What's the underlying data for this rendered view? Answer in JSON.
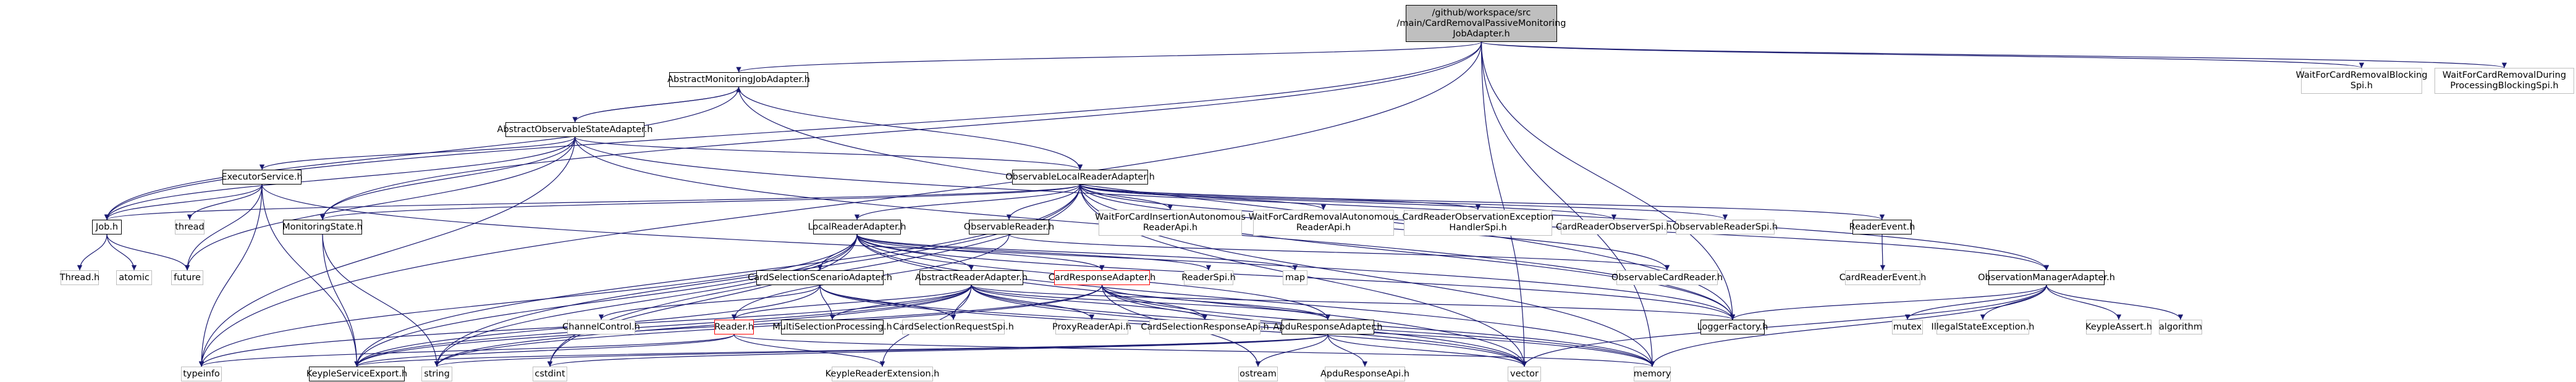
{
  "root": {
    "lines": [
      "/github/workspace/src",
      "/main/CardRemovalPassiveMonitoring",
      "JobAdapter.h"
    ]
  },
  "nodes": {
    "amja": "AbstractMonitoringJobAdapter.h",
    "aosa": "AbstractObservableStateAdapter.h",
    "exec": "ExecutorService.h",
    "job": "Job.h",
    "thread_h": "Thread.h",
    "atomic": "atomic",
    "future": "future",
    "thread": "thread",
    "typeinfo": "typeinfo",
    "monstate": "MonitoringState.h",
    "kse": "KeypleServiceExport.h",
    "olra": "ObservableLocalReaderAdapter.h",
    "lra": "LocalReaderAdapter.h",
    "obsreader": "ObservableReader.h",
    "csa": "CardSelectionScenarioAdapter.h",
    "ara": "AbstractReaderAdapter.h",
    "cra": "CardResponseAdapter.h",
    "readerspi": "ReaderSpi.h",
    "map": "map",
    "wfciara": [
      "WaitForCardInsertionAutonomous",
      "ReaderApi.h"
    ],
    "wfcrara": [
      "WaitForCardRemovalAutonomous",
      "ReaderApi.h"
    ],
    "croehs": [
      "CardReaderObservationException",
      "HandlerSpi.h"
    ],
    "cross": "CardReaderObserverSpi.h",
    "orspi": "ObservableReaderSpi.h",
    "revent": "ReaderEvent.h",
    "crevent": "CardReaderEvent.h",
    "ocreader": "ObservableCardReader.h",
    "channelctrl": "ChannelControl.h",
    "reader": "Reader.h",
    "msp": "MultiSelectionProcessing.h",
    "csrspi": "CardSelectionRequestSpi.h",
    "proxyapi": "ProxyReaderApi.h",
    "csrespapi": "CardSelectionResponseApi.h",
    "apdura": "ApduResponseAdapter.h",
    "apdurapi": "ApduResponseApi.h",
    "kre": "KeypleReaderExtension.h",
    "string": "string",
    "cstdint": "cstdint",
    "ostream": "ostream",
    "vector": "vector",
    "memory": "memory",
    "lf": "LoggerFactory.h",
    "oma": "ObservationManagerAdapter.h",
    "mutex": "mutex",
    "ise": "IllegalStateException.h",
    "ka": "KeypleAssert.h",
    "algorithm": "algorithm",
    "wfcrbs": [
      "WaitForCardRemovalBlocking",
      "Spi.h"
    ],
    "wfcrdpbs": [
      "WaitForCardRemovalDuring",
      "ProcessingBlockingSpi.h"
    ]
  },
  "colors": {
    "edge": "#191970",
    "edge_red": "#ff0000",
    "root_fill": "#bfbfbf",
    "ext_border": "#bfbfbf"
  }
}
